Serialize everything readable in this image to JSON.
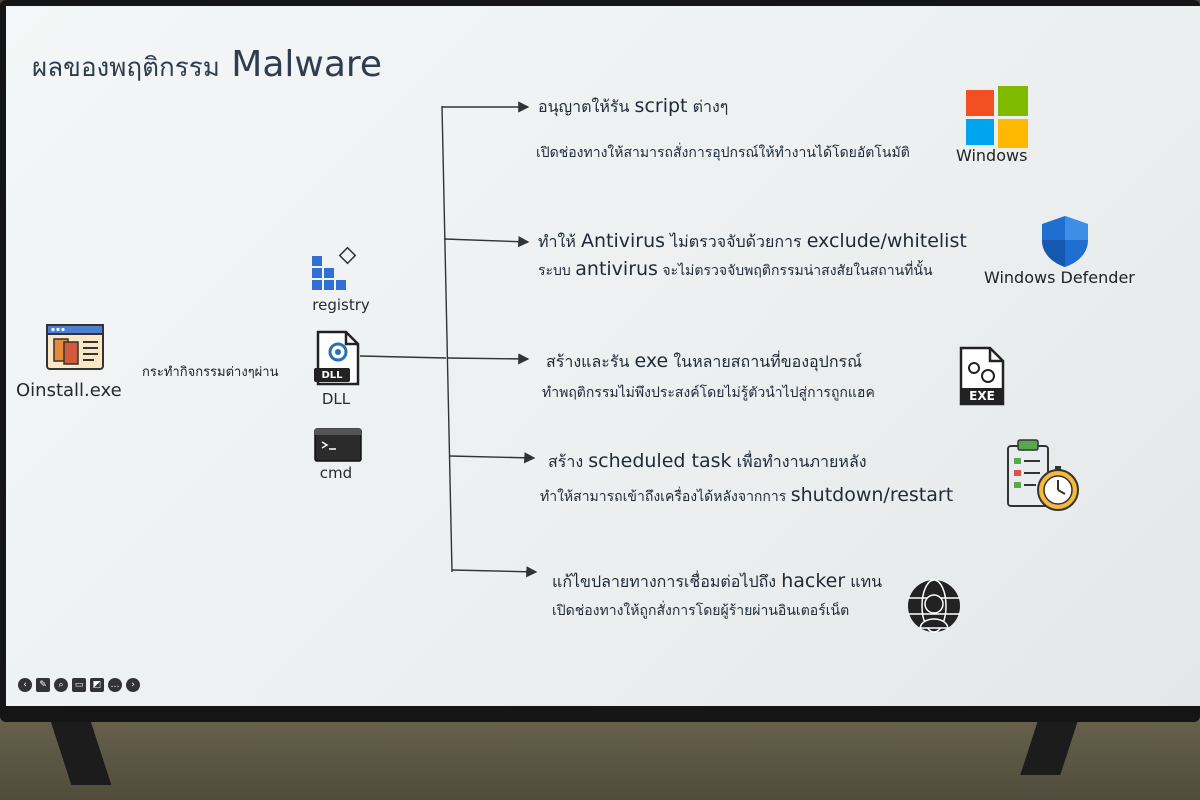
{
  "slide": {
    "title_th": "ผลของพฤติกรรม",
    "title_en": "Malware"
  },
  "source": {
    "label": "Oinstall.exe",
    "via_label": "กระทำกิจกรรมต่างๆผ่าน"
  },
  "tools": [
    {
      "label": "registry",
      "icon": "registry-icon"
    },
    {
      "label": "DLL",
      "icon": "dll-file-icon",
      "badge": "DLL"
    },
    {
      "label": "cmd",
      "icon": "cmd-terminal-icon"
    }
  ],
  "effects": [
    {
      "line1_th": "อนุญาตให้รัน",
      "line1_en": "script",
      "line1_th2": "ต่างๆ",
      "line2": "เปิดช่องทางให้สามารถสั่งการอุปกรณ์ให้ทำงานได้โดยอัตโนมัติ",
      "target": "Windows",
      "icon": "windows-logo-icon"
    },
    {
      "line1_th": "ทำให้",
      "line1_en": "Antivirus",
      "line1_th2": "ไม่ตรวจจับด้วยการ",
      "line1_en2": "exclude/whitelist",
      "line2_th": "ระบบ",
      "line2_en": "antivirus",
      "line2_th2": "จะไม่ตรวจจับพฤติกรรมน่าสงสัยในสถานที่นั้น",
      "target": "Windows Defender",
      "icon": "shield-icon"
    },
    {
      "line1_th": "สร้างและรัน",
      "line1_en": "exe",
      "line1_th2": "ในหลายสถานที่ของอุปกรณ์",
      "line2": "ทำพฤติกรรมไม่พึงประสงค์โดยไม่รู้ตัวนำไปสู่การถูกแฮค",
      "icon": "exe-file-icon",
      "badge": "EXE"
    },
    {
      "line1_th": "สร้าง",
      "line1_en": "scheduled task",
      "line1_th2": "เพื่อทำงานภายหลัง",
      "line2_th": "ทำให้สามารถเข้าถึงเครื่องได้หลังจากการ",
      "line2_en": "shutdown/restart",
      "icon": "scheduled-task-clipboard-icon"
    },
    {
      "line1_th": "แก้ไขปลายทางการเชื่อมต่อไปถึง",
      "line1_en": "hacker",
      "line1_th2": "แทน",
      "line2": "เปิดช่องทางให้ถูกสั่งการโดยผู้ร้ายผ่านอินเตอร์เน็ต",
      "icon": "hacker-globe-icon"
    }
  ],
  "colors": {
    "title": "#2f3d4e",
    "windows_red": "#f25022",
    "windows_green": "#7fba00",
    "windows_blue": "#00a4ef",
    "windows_yellow": "#ffb900",
    "defender_blue": "#1f6fd1",
    "registry_blue": "#2f6fd6"
  }
}
